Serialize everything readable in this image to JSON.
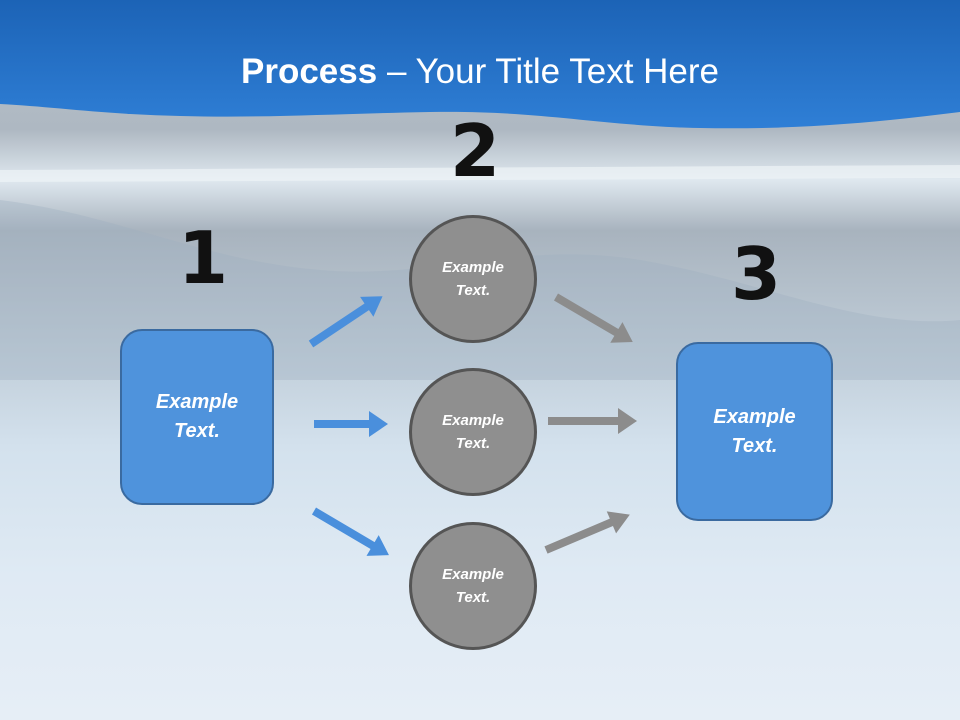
{
  "title": {
    "bold": "Process",
    "rest": " – Your Title Text Here"
  },
  "steps": {
    "one": {
      "number": "1",
      "text_line1": "Example",
      "text_line2": "Text."
    },
    "two": {
      "number": "2",
      "circles": [
        {
          "text_line1": "Example",
          "text_line2": "Text."
        },
        {
          "text_line1": "Example",
          "text_line2": "Text."
        },
        {
          "text_line1": "Example",
          "text_line2": "Text."
        }
      ]
    },
    "three": {
      "number": "3",
      "text_line1": "Example",
      "text_line2": "Text."
    }
  },
  "colors": {
    "header": "#2070c8",
    "box_fill": "#4f93dc",
    "circle_fill": "#8f8f8f",
    "blue_arrow": "#4a8fdc",
    "gray_arrow": "#8c8c8c"
  }
}
